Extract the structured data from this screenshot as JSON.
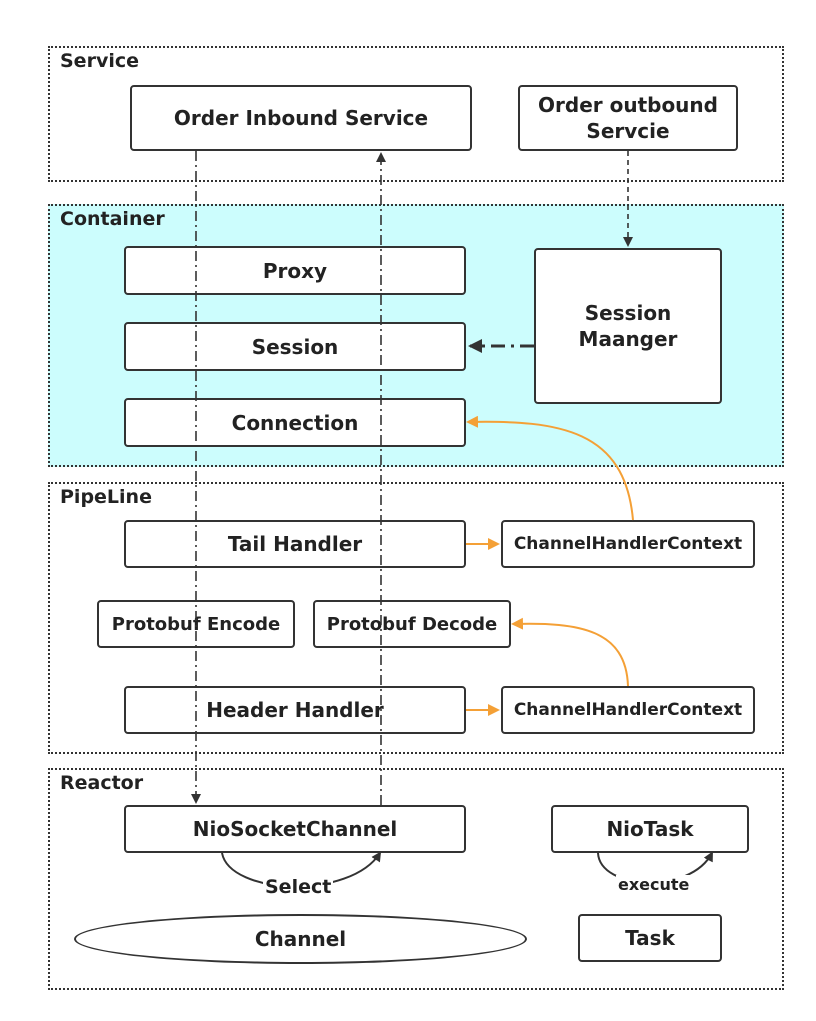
{
  "layers": {
    "service": "Service",
    "container": "Container",
    "pipeline": "PipeLine",
    "reactor": "Reactor"
  },
  "boxes": {
    "order_inbound_service": "Order Inbound Service",
    "order_outbound_line1": "Order outbound",
    "order_outbound_line2": "Servcie",
    "proxy": "Proxy",
    "session": "Session",
    "connection": "Connection",
    "session_manager_line1": "Session",
    "session_manager_line2": "Maanger",
    "tail_handler": "Tail Handler",
    "tail_context": "ChannelHandlerContext",
    "protobuf_encode": "Protobuf Encode",
    "protobuf_decode": "Protobuf Decode",
    "header_handler": "Header Handler",
    "header_context": "ChannelHandlerContext",
    "nio_socket_channel": "NioSocketChannel",
    "nio_task": "NioTask",
    "channel": "Channel",
    "task": "Task"
  },
  "labels": {
    "select": "Select",
    "execute": "execute"
  },
  "colors": {
    "container_fill": "#ccfdfd",
    "orange_arrow": "#f4a036",
    "line": "#333333"
  }
}
